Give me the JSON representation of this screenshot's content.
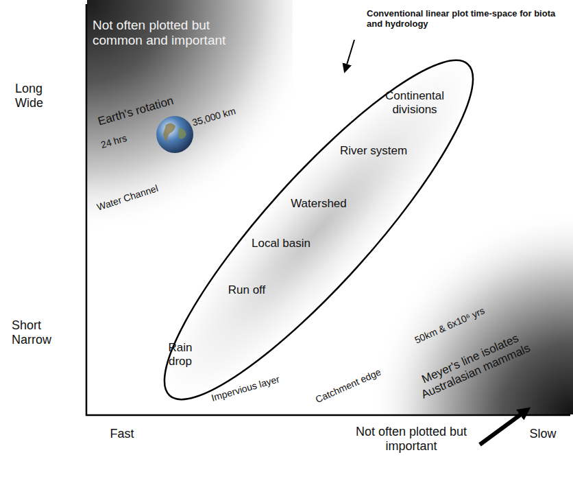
{
  "diagram": {
    "nodes": [
      {
        "text": [
          "Conventional linear plot time-space for biota and hydrology",
          "Continental divisions",
          "River system",
          "Watershed",
          "Local basin",
          "Run off",
          "Rain drop"
        ]
      }
    ],
    "labels": [
      "Long Wide",
      "Short Narrow",
      "Fast",
      "Slow",
      "Not often plotted but common and important",
      "Earth's rotation",
      "24 hrs",
      "35,000 km",
      "Water Channel",
      "Impervious layer",
      "Catchment edge",
      "50km & 6x10⁶ yrs",
      "Meyer's line isolates Australasian mammals",
      "Not often plotted but important"
    ]
  }
}
